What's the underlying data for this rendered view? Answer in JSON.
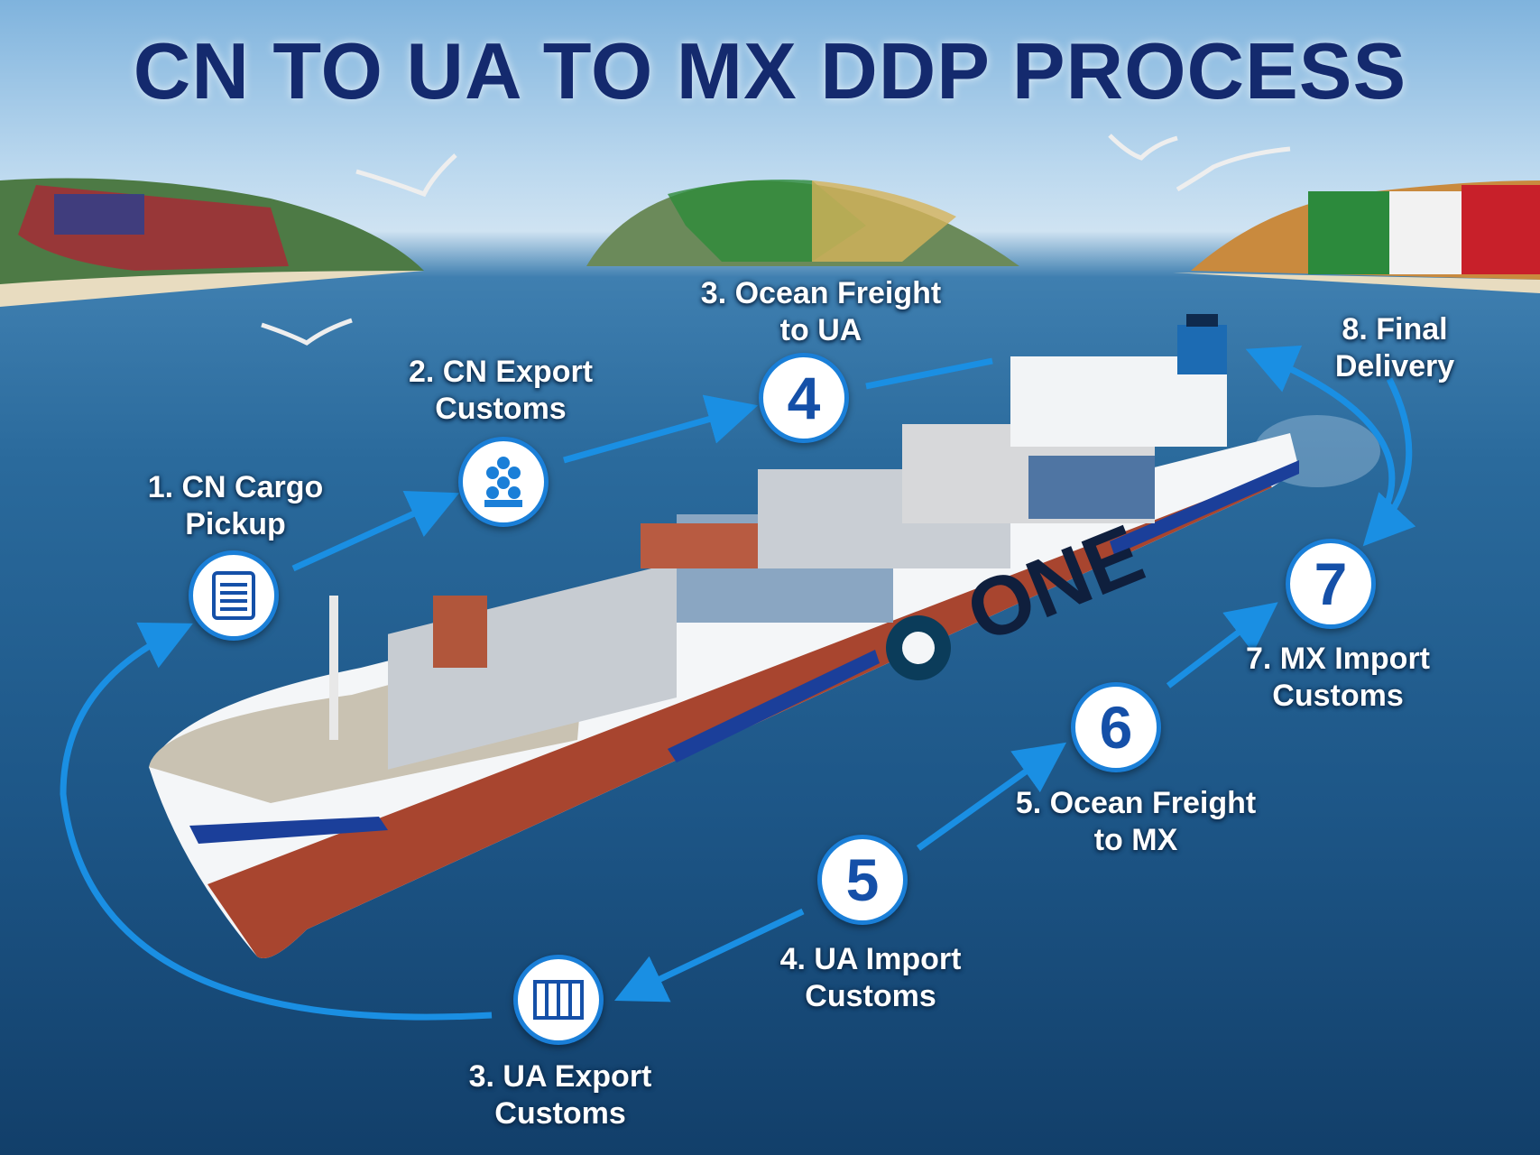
{
  "title": "CN TO UA TO MX DDP PROCESS",
  "ship_logo": "ONE",
  "steps": [
    {
      "label_line1": "1. CN Cargo",
      "label_line2": "Pickup",
      "icon": "document-list-icon"
    },
    {
      "label_line1": "2. CN Export",
      "label_line2": "Customs",
      "icon": "customs-stamp-icon"
    },
    {
      "label_line1": "3. Ocean Freight",
      "label_line2": "to UA",
      "number": "4"
    },
    {
      "label_line1": "3. UA Export",
      "label_line2": "Customs",
      "icon": "warehouse-icon"
    },
    {
      "label_line1": "4. UA Import",
      "label_line2": "Customs",
      "number": "5"
    },
    {
      "label_line1": "5. Ocean Freight",
      "label_line2": "to MX",
      "number": "6"
    },
    {
      "label_line1": "7. MX Import",
      "label_line2": "Customs",
      "number": "7"
    },
    {
      "label_line1": "8. Final",
      "label_line2": "Delivery"
    }
  ],
  "colors": {
    "title": "#142a6e",
    "arrow": "#1a8fe3",
    "circle_border": "#1a7fd8",
    "number": "#1550a8"
  }
}
